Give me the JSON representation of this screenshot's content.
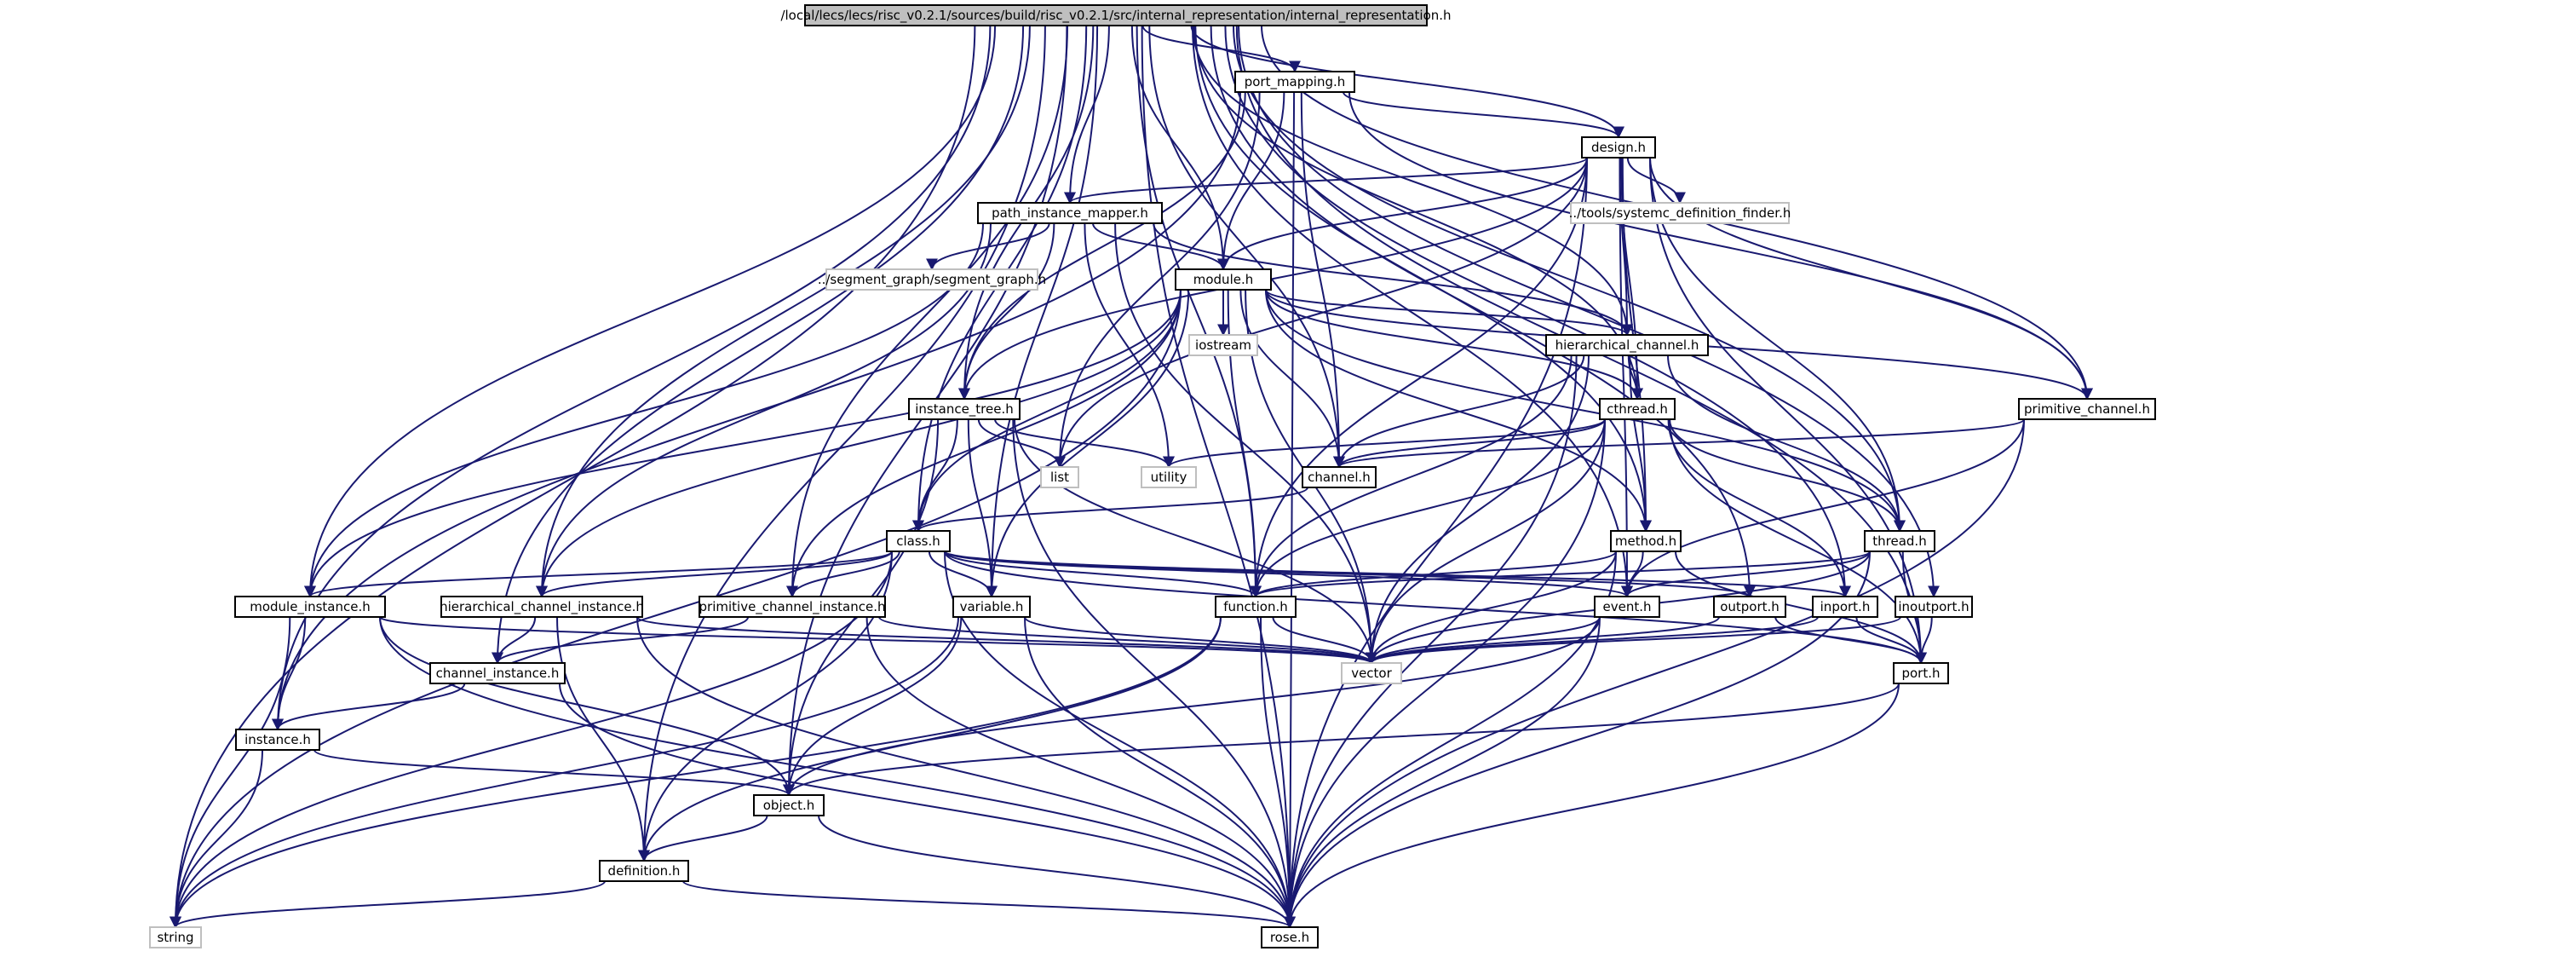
{
  "graph": {
    "edge_color": "#191970",
    "root_fill": "#bfbfbf",
    "nodes": [
      {
        "id": "root",
        "label": "/local/lecs/lecs/risc_v0.2.1/sources/build/risc_v0.2.1/src/internal_representation/internal_representation.h",
        "style": "root"
      },
      {
        "id": "port_mapping",
        "label": "port_mapping.h",
        "style": "normal"
      },
      {
        "id": "design",
        "label": "design.h",
        "style": "normal"
      },
      {
        "id": "path_instance_mapper",
        "label": "path_instance_mapper.h",
        "style": "normal"
      },
      {
        "id": "systemc_def",
        "label": "../tools/systemc_definition_finder.h",
        "style": "ext"
      },
      {
        "id": "segment_graph",
        "label": "../segment_graph/segment_graph.h",
        "style": "ext"
      },
      {
        "id": "module",
        "label": "module.h",
        "style": "normal"
      },
      {
        "id": "iostream",
        "label": "iostream",
        "style": "ext"
      },
      {
        "id": "hierarchical_channel",
        "label": "hierarchical_channel.h",
        "style": "normal"
      },
      {
        "id": "instance_tree",
        "label": "instance_tree.h",
        "style": "normal"
      },
      {
        "id": "cthread",
        "label": "cthread.h",
        "style": "normal"
      },
      {
        "id": "primitive_channel",
        "label": "primitive_channel.h",
        "style": "normal"
      },
      {
        "id": "list",
        "label": "list",
        "style": "ext"
      },
      {
        "id": "utility",
        "label": "utility",
        "style": "ext"
      },
      {
        "id": "channel",
        "label": "channel.h",
        "style": "normal"
      },
      {
        "id": "class",
        "label": "class.h",
        "style": "normal"
      },
      {
        "id": "method",
        "label": "method.h",
        "style": "normal"
      },
      {
        "id": "thread",
        "label": "thread.h",
        "style": "normal"
      },
      {
        "id": "module_instance",
        "label": "module_instance.h",
        "style": "normal"
      },
      {
        "id": "hierarchical_channel_instance",
        "label": "hierarchical_channel_instance.h",
        "style": "normal"
      },
      {
        "id": "primitive_channel_instance",
        "label": "primitive_channel_instance.h",
        "style": "normal"
      },
      {
        "id": "variable",
        "label": "variable.h",
        "style": "normal"
      },
      {
        "id": "function",
        "label": "function.h",
        "style": "normal"
      },
      {
        "id": "event",
        "label": "event.h",
        "style": "normal"
      },
      {
        "id": "outport",
        "label": "outport.h",
        "style": "normal"
      },
      {
        "id": "inport",
        "label": "inport.h",
        "style": "normal"
      },
      {
        "id": "inoutport",
        "label": "inoutport.h",
        "style": "normal"
      },
      {
        "id": "channel_instance",
        "label": "channel_instance.h",
        "style": "normal"
      },
      {
        "id": "vector",
        "label": "vector",
        "style": "ext"
      },
      {
        "id": "port",
        "label": "port.h",
        "style": "normal"
      },
      {
        "id": "instance",
        "label": "instance.h",
        "style": "normal"
      },
      {
        "id": "object",
        "label": "object.h",
        "style": "normal"
      },
      {
        "id": "definition",
        "label": "definition.h",
        "style": "normal"
      },
      {
        "id": "string",
        "label": "string",
        "style": "ext"
      },
      {
        "id": "rose",
        "label": "rose.h",
        "style": "normal"
      }
    ],
    "edges": [
      [
        "root",
        "port_mapping"
      ],
      [
        "root",
        "design"
      ],
      [
        "root",
        "path_instance_mapper"
      ],
      [
        "root",
        "module"
      ],
      [
        "root",
        "hierarchical_channel"
      ],
      [
        "root",
        "instance_tree"
      ],
      [
        "root",
        "cthread"
      ],
      [
        "root",
        "primitive_channel"
      ],
      [
        "root",
        "channel"
      ],
      [
        "root",
        "class"
      ],
      [
        "root",
        "method"
      ],
      [
        "root",
        "thread"
      ],
      [
        "root",
        "module_instance"
      ],
      [
        "root",
        "hierarchical_channel_instance"
      ],
      [
        "root",
        "primitive_channel_instance"
      ],
      [
        "root",
        "variable"
      ],
      [
        "root",
        "function"
      ],
      [
        "root",
        "event"
      ],
      [
        "root",
        "outport"
      ],
      [
        "root",
        "inport"
      ],
      [
        "root",
        "inoutport"
      ],
      [
        "root",
        "channel_instance"
      ],
      [
        "root",
        "port"
      ],
      [
        "root",
        "instance"
      ],
      [
        "root",
        "object"
      ],
      [
        "root",
        "definition"
      ],
      [
        "root",
        "string"
      ],
      [
        "root",
        "rose"
      ],
      [
        "port_mapping",
        "design"
      ],
      [
        "port_mapping",
        "module"
      ],
      [
        "port_mapping",
        "instance_tree"
      ],
      [
        "port_mapping",
        "list"
      ],
      [
        "port_mapping",
        "instance"
      ],
      [
        "port_mapping",
        "rose"
      ],
      [
        "port_mapping",
        "primitive_channel"
      ],
      [
        "port_mapping",
        "channel"
      ],
      [
        "design",
        "path_instance_mapper"
      ],
      [
        "design",
        "systemc_def"
      ],
      [
        "design",
        "module"
      ],
      [
        "design",
        "hierarchical_channel"
      ],
      [
        "design",
        "instance_tree"
      ],
      [
        "design",
        "cthread"
      ],
      [
        "design",
        "primitive_channel"
      ],
      [
        "design",
        "method"
      ],
      [
        "design",
        "thread"
      ],
      [
        "design",
        "function"
      ],
      [
        "design",
        "event"
      ],
      [
        "design",
        "port"
      ],
      [
        "design",
        "rose"
      ],
      [
        "design",
        "list"
      ],
      [
        "path_instance_mapper",
        "segment_graph"
      ],
      [
        "path_instance_mapper",
        "module"
      ],
      [
        "path_instance_mapper",
        "hierarchical_channel"
      ],
      [
        "path_instance_mapper",
        "instance_tree"
      ],
      [
        "path_instance_mapper",
        "module_instance"
      ],
      [
        "path_instance_mapper",
        "hierarchical_channel_instance"
      ],
      [
        "path_instance_mapper",
        "utility"
      ],
      [
        "path_instance_mapper",
        "vector"
      ],
      [
        "module",
        "iostream"
      ],
      [
        "module",
        "hierarchical_channel"
      ],
      [
        "module",
        "cthread"
      ],
      [
        "module",
        "primitive_channel"
      ],
      [
        "module",
        "class"
      ],
      [
        "module",
        "method"
      ],
      [
        "module",
        "thread"
      ],
      [
        "module",
        "module_instance"
      ],
      [
        "module",
        "hierarchical_channel_instance"
      ],
      [
        "module",
        "primitive_channel_instance"
      ],
      [
        "module",
        "variable"
      ],
      [
        "module",
        "function"
      ],
      [
        "module",
        "vector"
      ],
      [
        "module",
        "string"
      ],
      [
        "module",
        "channel"
      ],
      [
        "hierarchical_channel",
        "cthread"
      ],
      [
        "hierarchical_channel",
        "channel"
      ],
      [
        "hierarchical_channel",
        "method"
      ],
      [
        "hierarchical_channel",
        "thread"
      ],
      [
        "hierarchical_channel",
        "function"
      ],
      [
        "hierarchical_channel",
        "vector"
      ],
      [
        "hierarchical_channel",
        "rose"
      ],
      [
        "instance_tree",
        "list"
      ],
      [
        "instance_tree",
        "utility"
      ],
      [
        "instance_tree",
        "class"
      ],
      [
        "instance_tree",
        "variable"
      ],
      [
        "instance_tree",
        "object"
      ],
      [
        "instance_tree",
        "vector"
      ],
      [
        "instance_tree",
        "rose"
      ],
      [
        "cthread",
        "channel"
      ],
      [
        "cthread",
        "utility"
      ],
      [
        "cthread",
        "thread"
      ],
      [
        "cthread",
        "function"
      ],
      [
        "cthread",
        "inport"
      ],
      [
        "cthread",
        "port"
      ],
      [
        "cthread",
        "vector"
      ],
      [
        "cthread",
        "rose"
      ],
      [
        "primitive_channel",
        "channel"
      ],
      [
        "primitive_channel",
        "event"
      ],
      [
        "primitive_channel",
        "rose"
      ],
      [
        "channel",
        "class"
      ],
      [
        "class",
        "module_instance"
      ],
      [
        "class",
        "hierarchical_channel_instance"
      ],
      [
        "class",
        "primitive_channel_instance"
      ],
      [
        "class",
        "variable"
      ],
      [
        "class",
        "function"
      ],
      [
        "class",
        "event"
      ],
      [
        "class",
        "outport"
      ],
      [
        "class",
        "inport"
      ],
      [
        "class",
        "port"
      ],
      [
        "class",
        "definition"
      ],
      [
        "class",
        "string"
      ],
      [
        "class",
        "rose"
      ],
      [
        "method",
        "event"
      ],
      [
        "method",
        "function"
      ],
      [
        "method",
        "vector"
      ],
      [
        "method",
        "port"
      ],
      [
        "method",
        "rose"
      ],
      [
        "thread",
        "event"
      ],
      [
        "thread",
        "function"
      ],
      [
        "thread",
        "vector"
      ],
      [
        "thread",
        "port"
      ],
      [
        "thread",
        "rose"
      ],
      [
        "module_instance",
        "instance"
      ],
      [
        "module_instance",
        "object"
      ],
      [
        "module_instance",
        "vector"
      ],
      [
        "module_instance",
        "string"
      ],
      [
        "module_instance",
        "rose"
      ],
      [
        "hierarchical_channel_instance",
        "channel_instance"
      ],
      [
        "hierarchical_channel_instance",
        "definition"
      ],
      [
        "hierarchical_channel_instance",
        "vector"
      ],
      [
        "hierarchical_channel_instance",
        "rose"
      ],
      [
        "primitive_channel_instance",
        "channel_instance"
      ],
      [
        "primitive_channel_instance",
        "vector"
      ],
      [
        "primitive_channel_instance",
        "rose"
      ],
      [
        "variable",
        "object"
      ],
      [
        "variable",
        "vector"
      ],
      [
        "variable",
        "string"
      ],
      [
        "variable",
        "rose"
      ],
      [
        "function",
        "vector"
      ],
      [
        "function",
        "definition"
      ],
      [
        "function",
        "string"
      ],
      [
        "function",
        "rose"
      ],
      [
        "event",
        "vector"
      ],
      [
        "event",
        "object"
      ],
      [
        "event",
        "rose"
      ],
      [
        "outport",
        "port"
      ],
      [
        "outport",
        "vector"
      ],
      [
        "inport",
        "port"
      ],
      [
        "inport",
        "vector"
      ],
      [
        "inoutport",
        "port"
      ],
      [
        "inoutport",
        "vector"
      ],
      [
        "channel_instance",
        "instance"
      ],
      [
        "channel_instance",
        "rose"
      ],
      [
        "port",
        "object"
      ],
      [
        "port",
        "rose"
      ],
      [
        "instance",
        "object"
      ],
      [
        "instance",
        "string"
      ],
      [
        "object",
        "definition"
      ],
      [
        "object",
        "rose"
      ],
      [
        "definition",
        "string"
      ],
      [
        "definition",
        "rose"
      ]
    ]
  }
}
